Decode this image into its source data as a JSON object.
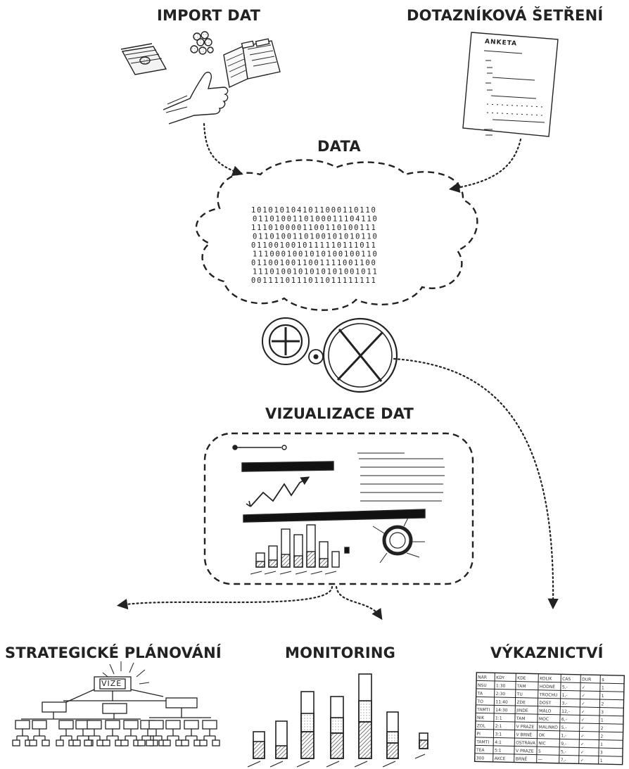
{
  "labels": {
    "import": "IMPORT DAT",
    "survey": "DOTAZNÍKOVÁ ŠETŘENÍ",
    "data": "DATA",
    "visualization": "VIZUALIZACE DAT",
    "strategic": "STRATEGICKÉ PLÁNOVÁNÍ",
    "monitoring": "MONITORING",
    "reporting": "VÝKAZNICTVÍ"
  },
  "sketch_text": {
    "survey_title": "ANKETA",
    "vision": "VIZE"
  },
  "binary_rows": [
    "1010101041011000110110",
    "0110100110100011104110",
    "1110100001100110100111",
    "0110100110100101010110",
    "0110010010111110111011",
    "1110001001010100100110",
    "0110010011001111001100",
    "1110100101010101001011",
    "0011110111011011111111"
  ],
  "report_table": {
    "headers": [
      "NÁR",
      "KDY",
      "KDE",
      "KOLIK",
      "CAS",
      "DUR",
      "$"
    ],
    "rows": [
      [
        "NSU",
        "1:30",
        "TAM",
        "HODNĚ",
        "5,-",
        "✓",
        "1"
      ],
      [
        "TA",
        "2:30",
        "TU",
        "TROCHU",
        "1,-",
        "✓",
        "1"
      ],
      [
        "TO",
        "11:40",
        "ZDE",
        "DOST",
        "3,-",
        "✓",
        "2"
      ],
      [
        "TAMTI",
        "14:30",
        "JINDE",
        "MÁLO",
        "12,-",
        "✓",
        "3"
      ],
      [
        "NIK",
        "1:1",
        "TAM",
        "MOC",
        "6,-",
        "✓",
        "1"
      ],
      [
        "ZOL",
        "2:1",
        "V PRAZE",
        "MALINKO",
        "5,-",
        "✓",
        "2"
      ],
      [
        "PI",
        "3:1",
        "V BRNĚ",
        "OK",
        "1,-",
        "✓",
        "2"
      ],
      [
        "TAMTI",
        "4:1",
        "OSTRAVA",
        "NIC",
        "9,-",
        "✓",
        "1"
      ],
      [
        "TEA",
        "5:1",
        "V PRAZE",
        "5",
        "5,-",
        "✓",
        "3"
      ],
      [
        "300",
        "AKCE",
        "BRNĚ",
        "—",
        "7,-",
        "✓",
        "1"
      ]
    ]
  }
}
